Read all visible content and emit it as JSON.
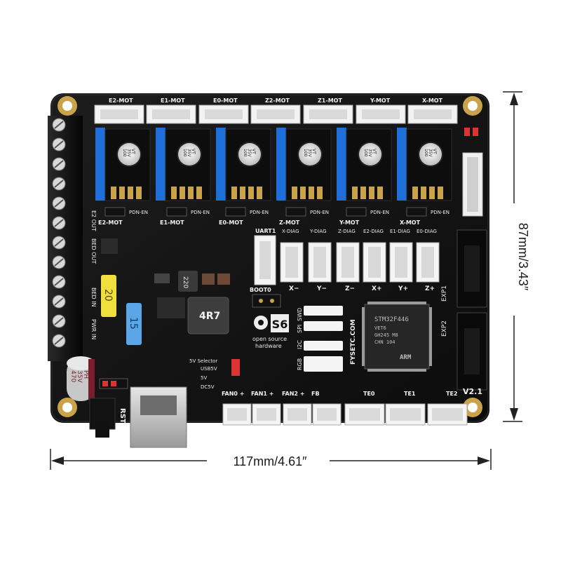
{
  "dimensions": {
    "width_label": "117mm/4.61″",
    "height_label": "87mm/3.43″"
  },
  "board": {
    "motor_headers": [
      "E2-MOT",
      "E1-MOT",
      "E0-MOT",
      "Z2-MOT",
      "Z1-MOT",
      "Y-MOT",
      "X-MOT"
    ],
    "lower_motor_labels": [
      "E2-MOT",
      "E1-MOT",
      "E0-MOT",
      "Z-MOT",
      "Y-MOT",
      "X-MOT"
    ],
    "pdn_label": "PDN-EN",
    "capacitor_text": [
      "100",
      "35V",
      "VT"
    ],
    "diag_labels": [
      "X-DIAG",
      "Y-DIAG",
      "Z-DIAG",
      "E2-DIAG",
      "E1-DIAG",
      "E0-DIAG"
    ],
    "uart_label": "UART1",
    "endstop_labels": [
      "X−",
      "Y−",
      "Z−",
      "X+",
      "Y+",
      "Z+"
    ],
    "boot_label": "BOOT0",
    "logo_text": "S6",
    "osh_text": [
      "open source",
      "hardware"
    ],
    "spi_label": "SPI",
    "swd_label": "SWD",
    "i2c_label": "I2C",
    "rgb_label": "RGB",
    "brand": "FYSETC.COM",
    "mcu_lines": [
      "STM32F446",
      "VET6",
      "GH245 M8",
      "CHN 104"
    ],
    "arm_label": "ARM",
    "fuse_labels": [
      "20",
      "15"
    ],
    "inductor_label": "4R7",
    "small_inductor_label": "220",
    "fan_labels": [
      "FAN0 +",
      "FAN1 +",
      "FAN2 +",
      "FB"
    ],
    "te_labels": [
      "TE0",
      "TE1",
      "TE2"
    ],
    "version": "V2.1",
    "exp_labels": [
      "EXP2",
      "EXP1"
    ],
    "selector_title": "5V Selector",
    "selector_options": [
      "USB5V",
      "5V",
      "DC5V"
    ],
    "rst_label": "RST",
    "power_labels": [
      "E2 OUT",
      "BED OUT",
      "BED IN",
      "PWR IN"
    ],
    "elcap_text": [
      "470",
      "35V",
      "PH"
    ]
  }
}
